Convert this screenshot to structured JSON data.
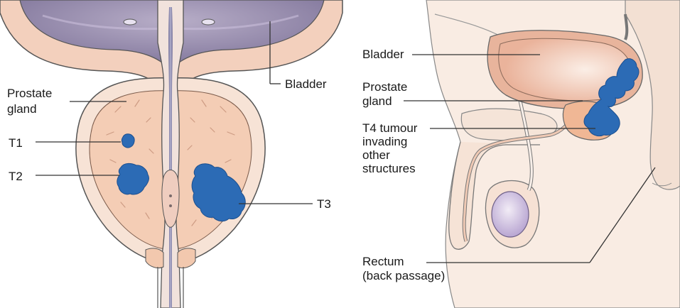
{
  "left_panel": {
    "labels": {
      "bladder": "Bladder",
      "prostate_line1": "Prostate",
      "prostate_line2": "gland",
      "t1": "T1",
      "t2": "T2",
      "t3": "T3"
    }
  },
  "right_panel": {
    "labels": {
      "bladder": "Bladder",
      "prostate_line1": "Prostate",
      "prostate_line2": "gland",
      "t4_line1": "T4 tumour",
      "t4_line2": "invading",
      "t4_line3": "other",
      "t4_line4": "structures",
      "rectum_line1": "Rectum",
      "rectum_line2": "(back passage)"
    }
  },
  "colors": {
    "tumour": "#2c6bb5",
    "tumour_outline": "#1b4f8f",
    "prostate": "#f4cdb5",
    "bladder_wall": "#f2c4ac",
    "bladder_lumen": "#9b8fb0",
    "body_skin": "#f9ece3",
    "outline": "#555555"
  }
}
